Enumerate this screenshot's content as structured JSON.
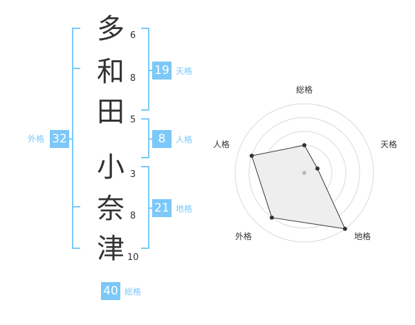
{
  "name": {
    "characters": [
      {
        "char": "多",
        "strokes": "6"
      },
      {
        "char": "和",
        "strokes": "8"
      },
      {
        "char": "田",
        "strokes": "5"
      },
      {
        "char": "小",
        "strokes": "3"
      },
      {
        "char": "奈",
        "strokes": "8"
      },
      {
        "char": "津",
        "strokes": "10"
      }
    ]
  },
  "fortunes": {
    "tenkaku": {
      "value": "19",
      "label": "天格"
    },
    "jinkaku": {
      "value": "8",
      "label": "人格"
    },
    "chikaku": {
      "value": "21",
      "label": "地格"
    },
    "gaikaku": {
      "value": "32",
      "label": "外格"
    },
    "soukaku": {
      "value": "40",
      "label": "総格"
    }
  },
  "radar": {
    "axes": [
      "総格",
      "天格",
      "地格",
      "外格",
      "人格"
    ],
    "levels": 5,
    "values": [
      2,
      1,
      5,
      4,
      4
    ],
    "colors": {
      "ring": "#d9d9d9",
      "fill": "#eeeeee",
      "outline": "#333333",
      "point": "#333333",
      "center": "#bbbbbb"
    }
  }
}
